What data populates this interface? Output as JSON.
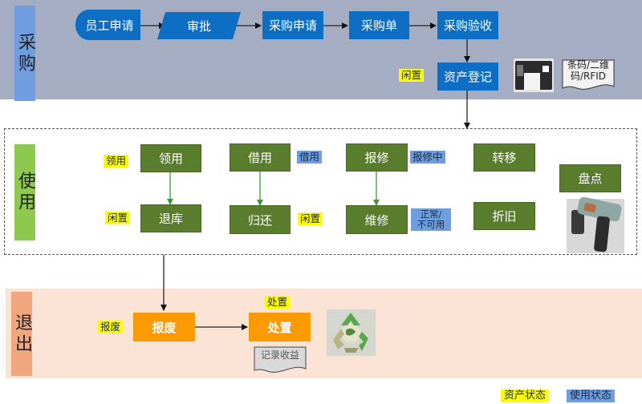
{
  "lanes": {
    "purchase": {
      "label": "采购",
      "color": "#a4adc2",
      "label_color": "#6f9ddf"
    },
    "use": {
      "label": "使用",
      "label_color": "#8dc84f"
    },
    "exit": {
      "label": "退出",
      "color": "#fbe3d5",
      "label_color": "#f1a77d"
    }
  },
  "purchase": {
    "nodes": {
      "employee_request": "员工申请",
      "approval": "审批",
      "purchase_request": "采购申请",
      "purchase_order": "采购单",
      "purchase_acceptance": "采购验收",
      "asset_registration": "资产登记"
    },
    "tags": {
      "idle": "闲置"
    },
    "printer_icon": "label-printer-icon",
    "label_doc": "条码/二维码/RFID",
    "label_doc_lines": [
      "条码/二维",
      "码/RFID"
    ]
  },
  "use": {
    "nodes": {
      "receive": "领用",
      "return_stock": "退库",
      "borrow": "借用",
      "give_back": "归还",
      "report_repair": "报修",
      "repair": "维修",
      "transfer": "转移",
      "depreciation": "折旧",
      "inventory": "盘点"
    },
    "tags": {
      "receive": "领用",
      "return_idle": "闲置",
      "borrow": "借用",
      "give_back_idle": "闲置",
      "repairing": "报修中",
      "repair_result_lines": [
        "正常/",
        "不可用"
      ]
    },
    "scanner_icon": "rfid-handheld-scanner-icon"
  },
  "exit": {
    "nodes": {
      "scrap": "报废",
      "disposal": "处置"
    },
    "tags": {
      "scrap": "报废",
      "disposal": "处置"
    },
    "record_doc": "记录收益",
    "recycle_icon": "recycle-icon"
  },
  "legend": {
    "asset_status": {
      "label": "资产状态",
      "color": "#fdfd00"
    },
    "use_status": {
      "label": "使用状态",
      "color": "#6d9ee0"
    }
  },
  "colors": {
    "purchase_node": "#0d6ec4",
    "use_node": "#5a7c2d",
    "exit_node": "#fc9a03"
  }
}
